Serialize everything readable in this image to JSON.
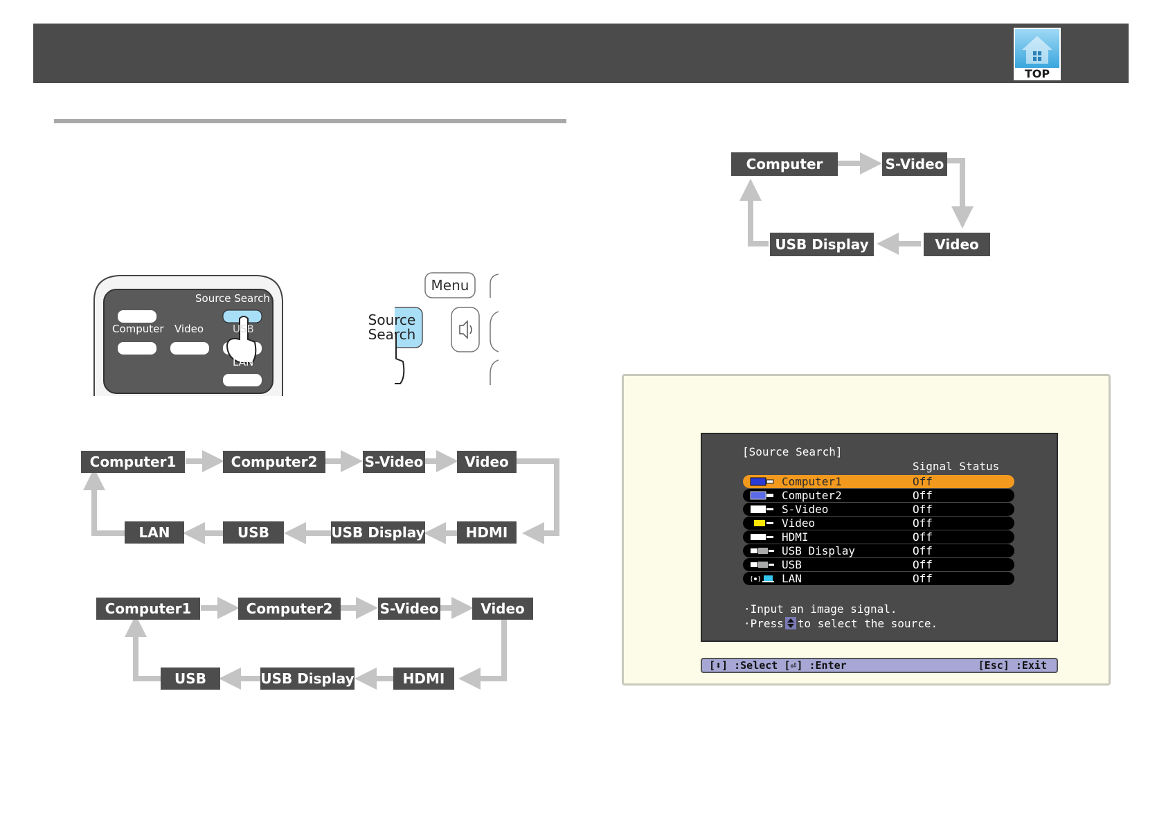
{
  "header": {
    "top_label": "TOP"
  },
  "remote": {
    "source_search": "Source Search",
    "computer": "Computer",
    "video": "Video",
    "usb": "USB",
    "lan": "LAN"
  },
  "panel": {
    "menu": "Menu",
    "source_line1": "Source",
    "source_line2": "Search"
  },
  "flow_small": [
    "Computer",
    "S-Video",
    "Video",
    "USB Display"
  ],
  "flow_a": [
    "Computer1",
    "Computer2",
    "S-Video",
    "Video",
    "HDMI",
    "USB Display",
    "USB",
    "LAN"
  ],
  "flow_b": [
    "Computer1",
    "Computer2",
    "S-Video",
    "Video",
    "HDMI",
    "USB Display",
    "USB"
  ],
  "source_menu": {
    "title": "[Source Search]",
    "status_header": "Signal Status",
    "rows": [
      {
        "name": "Computer1",
        "status": "Off"
      },
      {
        "name": "Computer2",
        "status": "Off"
      },
      {
        "name": "S-Video",
        "status": "Off"
      },
      {
        "name": "Video",
        "status": "Off"
      },
      {
        "name": "HDMI",
        "status": "Off"
      },
      {
        "name": "USB Display",
        "status": "Off"
      },
      {
        "name": "USB",
        "status": "Off"
      },
      {
        "name": "LAN",
        "status": "Off"
      }
    ],
    "hint1": "·Input an image signal.",
    "hint2_pre": "·Press",
    "hint2_post": "to select the source.",
    "footer_left": "[⬍] :Select  [⏎] :Enter",
    "footer_right": "[Esc] :Exit"
  },
  "colors": {
    "header": "#4b4b4b",
    "box": "#4d4d4d",
    "arrow": "#c4c4c4",
    "selected_row": "#f39a1e",
    "button_blue": "#a9def7"
  }
}
